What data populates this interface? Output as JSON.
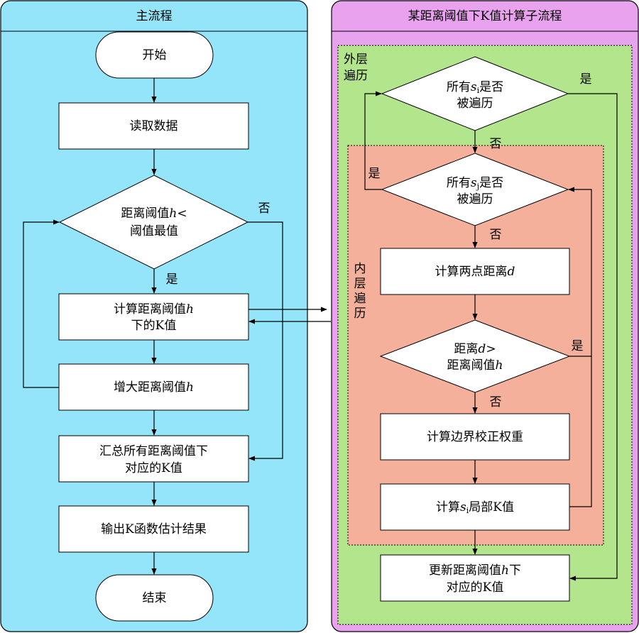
{
  "main": {
    "title": "主流程",
    "start": "开始",
    "read": "读取数据",
    "cond1_l1": "距离阈值",
    "cond1_var": "h",
    "cond1_sym": "<",
    "cond1_l2": "阈值最值",
    "no_label": "否",
    "yes_label": "是",
    "calc_l1": "计算距离阈值",
    "calc_var": "h",
    "calc_l2": "下的K值",
    "incr": "增大距离阈值",
    "incr_var": "h",
    "sum_l1": "汇总所有距离阈值下",
    "sum_l2": "对应的K值",
    "output": "输出K函数估计结果",
    "end": "结束"
  },
  "sub": {
    "title": "某距离阈值下K值计算子流程",
    "outer_label_l1": "外层",
    "outer_label_l2": "遍历",
    "inner_label_l1": "内",
    "inner_label_l2": "层",
    "inner_label_l3": "遍",
    "inner_label_l4": "历",
    "outer_cond_pre": "所有",
    "outer_cond_var": "s",
    "outer_cond_sub": "i",
    "outer_cond_post": "是否",
    "outer_cond_l2": "被遍历",
    "inner_cond_pre": "所有",
    "inner_cond_var": "s",
    "inner_cond_sub": "j",
    "inner_cond_post": "是否",
    "inner_cond_l2": "被遍历",
    "dist_pre": "计算两点距离",
    "dist_var": "d",
    "cmp_l1_pre": "距离",
    "cmp_l1_var": "d",
    "cmp_l1_sym": ">",
    "cmp_l2_pre": "距离阈值",
    "cmp_l2_var": "h",
    "weight": "计算边界校正权重",
    "local_pre": "计算",
    "local_var": "s",
    "local_sub": "i",
    "local_post": "局部K值",
    "update_l1_pre": "更新距离阈值",
    "update_l1_var": "h",
    "update_l1_post": "下",
    "update_l2": "对应的K值",
    "yes_label": "是",
    "no_label": "否"
  },
  "colors": {
    "main_panel": "#94E5FA",
    "sub_panel": "#E9A3EE",
    "outer_loop": "#B3E58C",
    "inner_loop": "#F4B09B",
    "box": "#FFFFFF",
    "stroke": "#000000"
  }
}
